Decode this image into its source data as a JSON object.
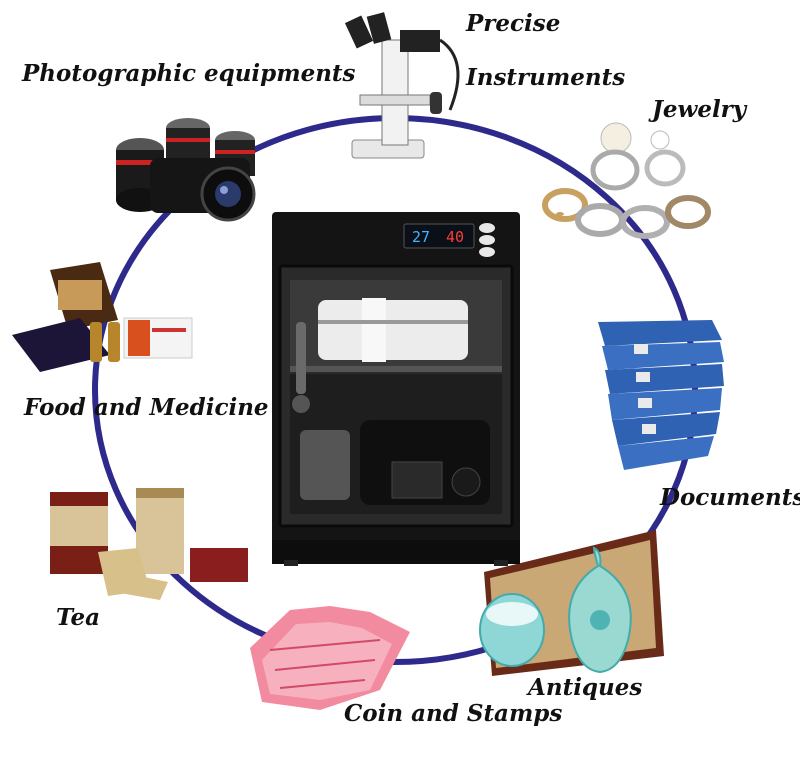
{
  "labels": {
    "photographic": "Photographic equipments",
    "precise": "Precise",
    "instruments": "Instruments",
    "jewelry": "Jewelry",
    "food_medicine": "Food and Medicine",
    "documents": "Documents",
    "tea": "Tea",
    "antiques": "Antiques",
    "coin_stamps": "Coin and Stamps"
  },
  "cabinet": {
    "display_left": "27",
    "display_right": "40"
  },
  "colors": {
    "ring": "#2d2a8c",
    "cabinet": "#141414",
    "display_digits": "#3fb6ff",
    "display_red": "#ff3b3b"
  }
}
